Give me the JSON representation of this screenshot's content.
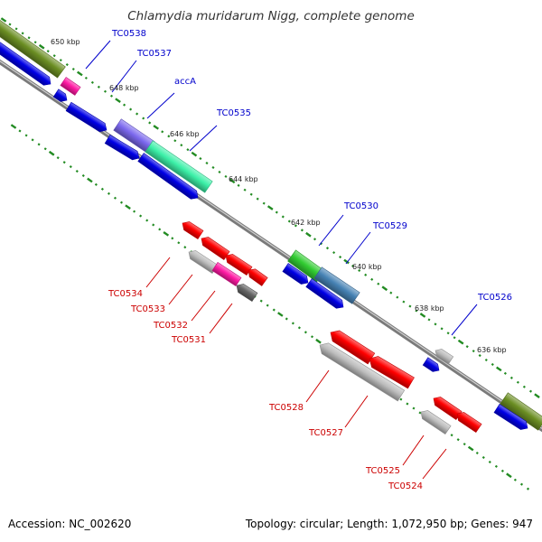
{
  "title": "Chlamydia muridarum Nigg, complete genome",
  "footer": {
    "accession": "Accession: NC_002620",
    "summary": "Topology: circular; Length: 1,072,950 bp; Genes: 947"
  },
  "colors": {
    "backbone": "#7a7a7a",
    "tick": "#228b22",
    "forward_label": "#0000cc",
    "reverse_label": "#cc0000",
    "blue": "#0000e6",
    "red": "#ff0000",
    "gray": "#bdbdbd",
    "darkgray": "#666666",
    "magenta": "#ff1aa3",
    "olive": "#6b8e23",
    "green": "#32cd32",
    "steelblue": "#4682b4",
    "purple": "#7b68ee",
    "aquamarine": "#3cf0a8"
  },
  "scale_labels": [
    "650 kbp",
    "648 kbp",
    "646 kbp",
    "644 kbp",
    "642 kbp",
    "640 kbp",
    "638 kbp",
    "636 kbp"
  ],
  "forward_labels": [
    "TC0538",
    "TC0537",
    "accA",
    "TC0535",
    "TC0530",
    "TC0529",
    "TC0526"
  ],
  "reverse_labels": [
    "TC0534",
    "TC0533",
    "TC0532",
    "TC0531",
    "TC0528",
    "TC0527",
    "TC0525",
    "TC0524"
  ]
}
